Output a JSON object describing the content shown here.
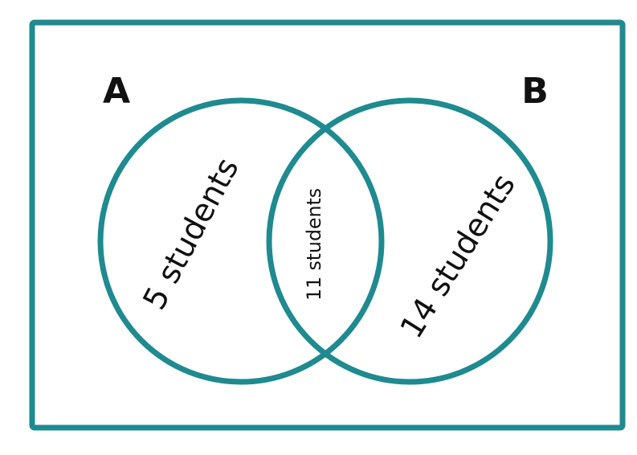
{
  "diagram": {
    "colors": {
      "outline": "#1f8a8f",
      "text": "#111111",
      "background": "#ffffff"
    },
    "sets": [
      {
        "label": "A"
      },
      {
        "label": "B"
      }
    ],
    "regions": {
      "only_a": "5 students",
      "both": "11 students",
      "only_b": "14 students"
    }
  }
}
